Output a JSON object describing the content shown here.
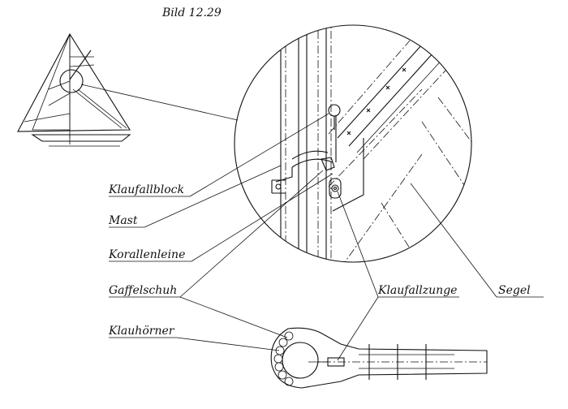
{
  "figure": {
    "title": "Bild 12.29"
  },
  "labels": {
    "klaufallblock": "Klaufallblock",
    "mast": "Mast",
    "korallenleine": "Korallenleine",
    "gaffelschuh": "Gaffelschuh",
    "klauhoerner": "Klauhörner",
    "klaufallzunge": "Klaufallzunge",
    "segel": "Segel"
  }
}
